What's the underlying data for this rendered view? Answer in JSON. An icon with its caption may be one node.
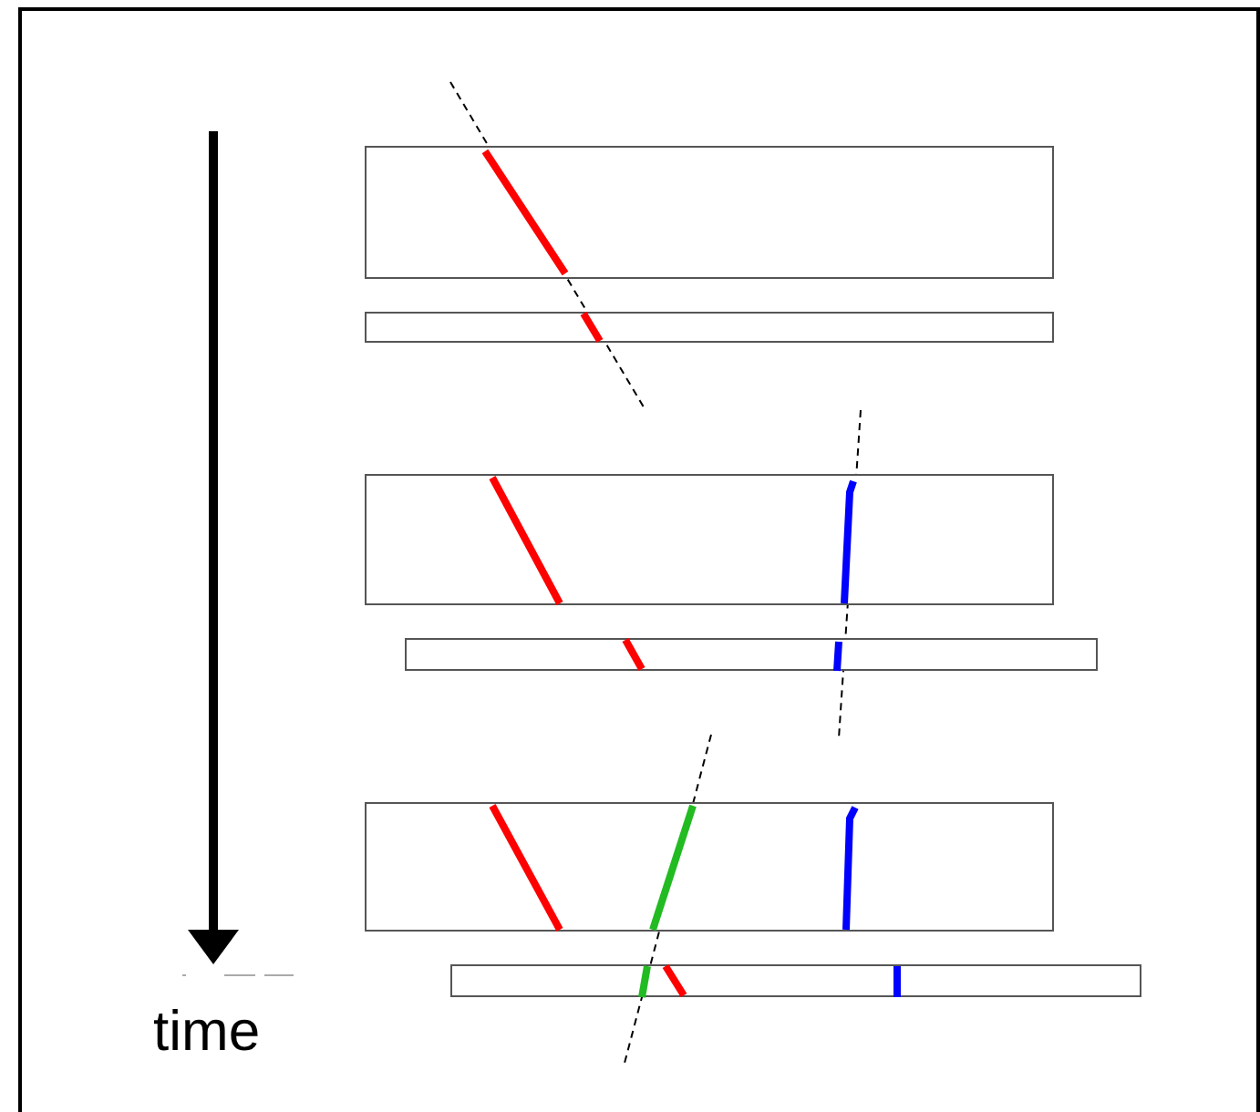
{
  "diagram": {
    "nodes": [
      {
        "text": [],
        "shape": "box"
      },
      {
        "text": [],
        "shape": "box"
      },
      {
        "text": [],
        "shape": "box"
      },
      {
        "text": [],
        "shape": "box"
      },
      {
        "text": [],
        "shape": "box"
      },
      {
        "text": [],
        "shape": "box"
      }
    ],
    "labels": [
      "time"
    ]
  }
}
